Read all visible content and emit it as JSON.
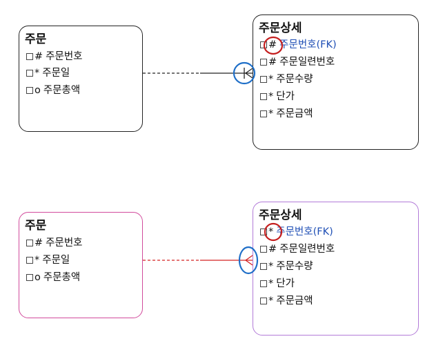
{
  "top": {
    "left_entity": {
      "title": "주문",
      "attrs": [
        {
          "sym": "#",
          "name": "주문번호"
        },
        {
          "sym": "*",
          "name": "주문일"
        },
        {
          "sym": "o",
          "name": "주문총액"
        }
      ]
    },
    "right_entity": {
      "title": "주문상세",
      "attrs": [
        {
          "sym": "#",
          "name": "주문번호(FK)"
        },
        {
          "sym": "#",
          "name": "주문일련번호"
        },
        {
          "sym": "*",
          "name": "주문수량"
        },
        {
          "sym": "*",
          "name": "단가"
        },
        {
          "sym": "*",
          "name": "주문금액"
        }
      ]
    }
  },
  "bottom": {
    "left_entity": {
      "title": "주문",
      "attrs": [
        {
          "sym": "#",
          "name": "주문번호"
        },
        {
          "sym": "*",
          "name": "주문일"
        },
        {
          "sym": "o",
          "name": "주문총액"
        }
      ]
    },
    "right_entity": {
      "title": "주문상세",
      "attrs": [
        {
          "sym": "*",
          "name": "주문번호(FK)"
        },
        {
          "sym": "#",
          "name": "주문일련번호"
        },
        {
          "sym": "*",
          "name": "주문수량"
        },
        {
          "sym": "*",
          "name": "단가"
        },
        {
          "sym": "*",
          "name": "주문금액"
        }
      ]
    }
  },
  "colors": {
    "top_relation": "#222222",
    "bottom_relation": "#d42020",
    "highlight_red": "#c41e1e",
    "highlight_blue": "#1f6fc8"
  }
}
